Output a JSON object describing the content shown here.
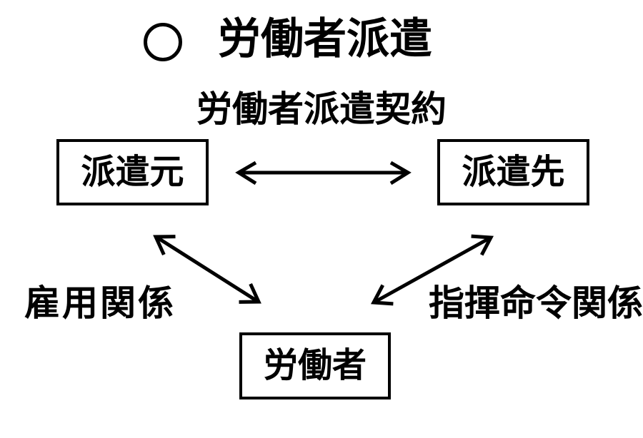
{
  "colors": {
    "background": "#ffffff",
    "ink": "#000000"
  },
  "title": {
    "bullet": "〇",
    "text": "労働者派遣"
  },
  "diagram": {
    "contract_label": "労働者派遣契約",
    "nodes": {
      "agency": {
        "label": "派遣元"
      },
      "client": {
        "label": "派遣先"
      },
      "worker": {
        "label": "労働者"
      }
    },
    "relations": {
      "employment": {
        "label": "雇用関係"
      },
      "command": {
        "label": "指揮命令関係"
      }
    }
  }
}
